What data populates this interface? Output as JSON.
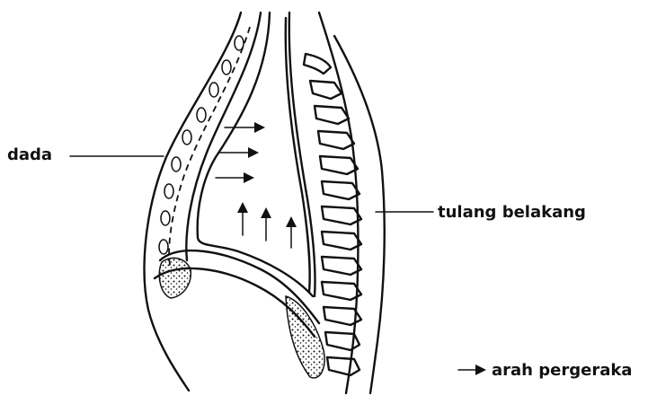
{
  "labels": {
    "chest": "dada",
    "spine": "tulang belakang",
    "legend": "arah pergeraka"
  },
  "colors": {
    "ink": "#111111",
    "background": "#ffffff"
  }
}
